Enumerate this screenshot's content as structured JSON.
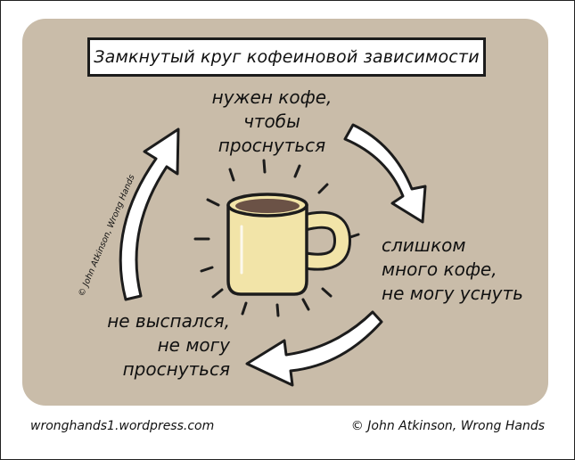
{
  "title": "Замкнутый круг кофеиновой зависимости",
  "cycle": {
    "top": [
      "нужен кофе,",
      "чтобы",
      "проснуться"
    ],
    "right": [
      "слишком",
      "много кофе,",
      "не могу уснуть"
    ],
    "left": [
      "не выспался,",
      "не могу",
      "проснуться"
    ]
  },
  "credit_vertical": "© John Atkinson, Wrong Hands",
  "footer": {
    "website": "wronghands1.wordpress.com",
    "copyright": "© John Atkinson, Wrong Hands"
  },
  "colors": {
    "panel": "#c9bca9",
    "mug": "#f2e4a8",
    "coffee": "#6b5246",
    "ink": "#111111"
  },
  "icons": [
    "coffee-mug-icon",
    "cycle-arrow-icon"
  ]
}
